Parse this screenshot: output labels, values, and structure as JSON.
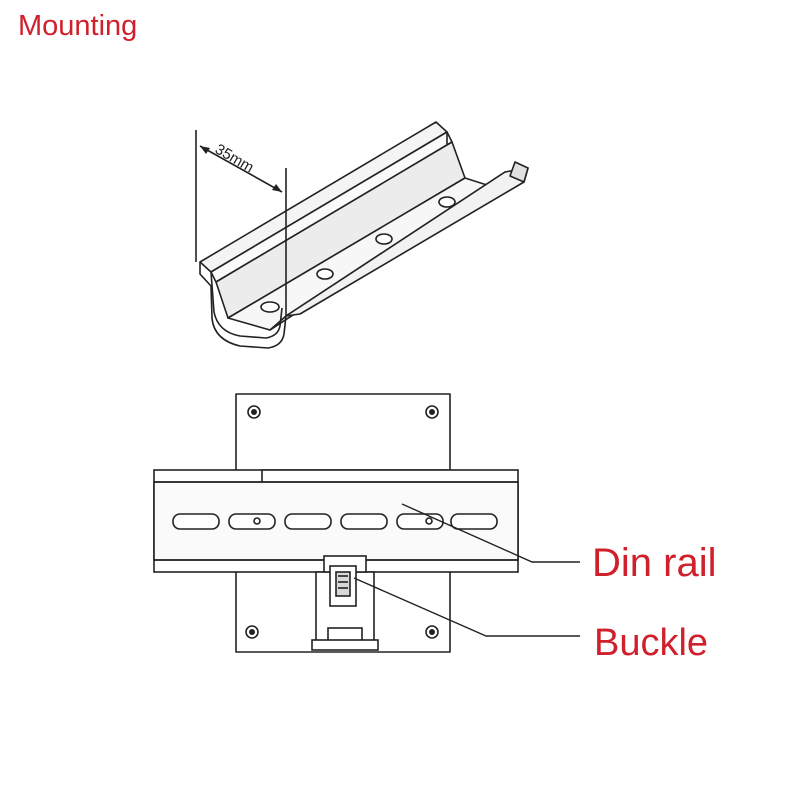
{
  "title": "Mounting",
  "dimension_label": "35mm",
  "callouts": {
    "din_rail": "Din rail",
    "buckle": "Buckle"
  },
  "colors": {
    "accent": "#d0202c",
    "line": "#222222",
    "rail_fill": "#f1f1f1"
  }
}
